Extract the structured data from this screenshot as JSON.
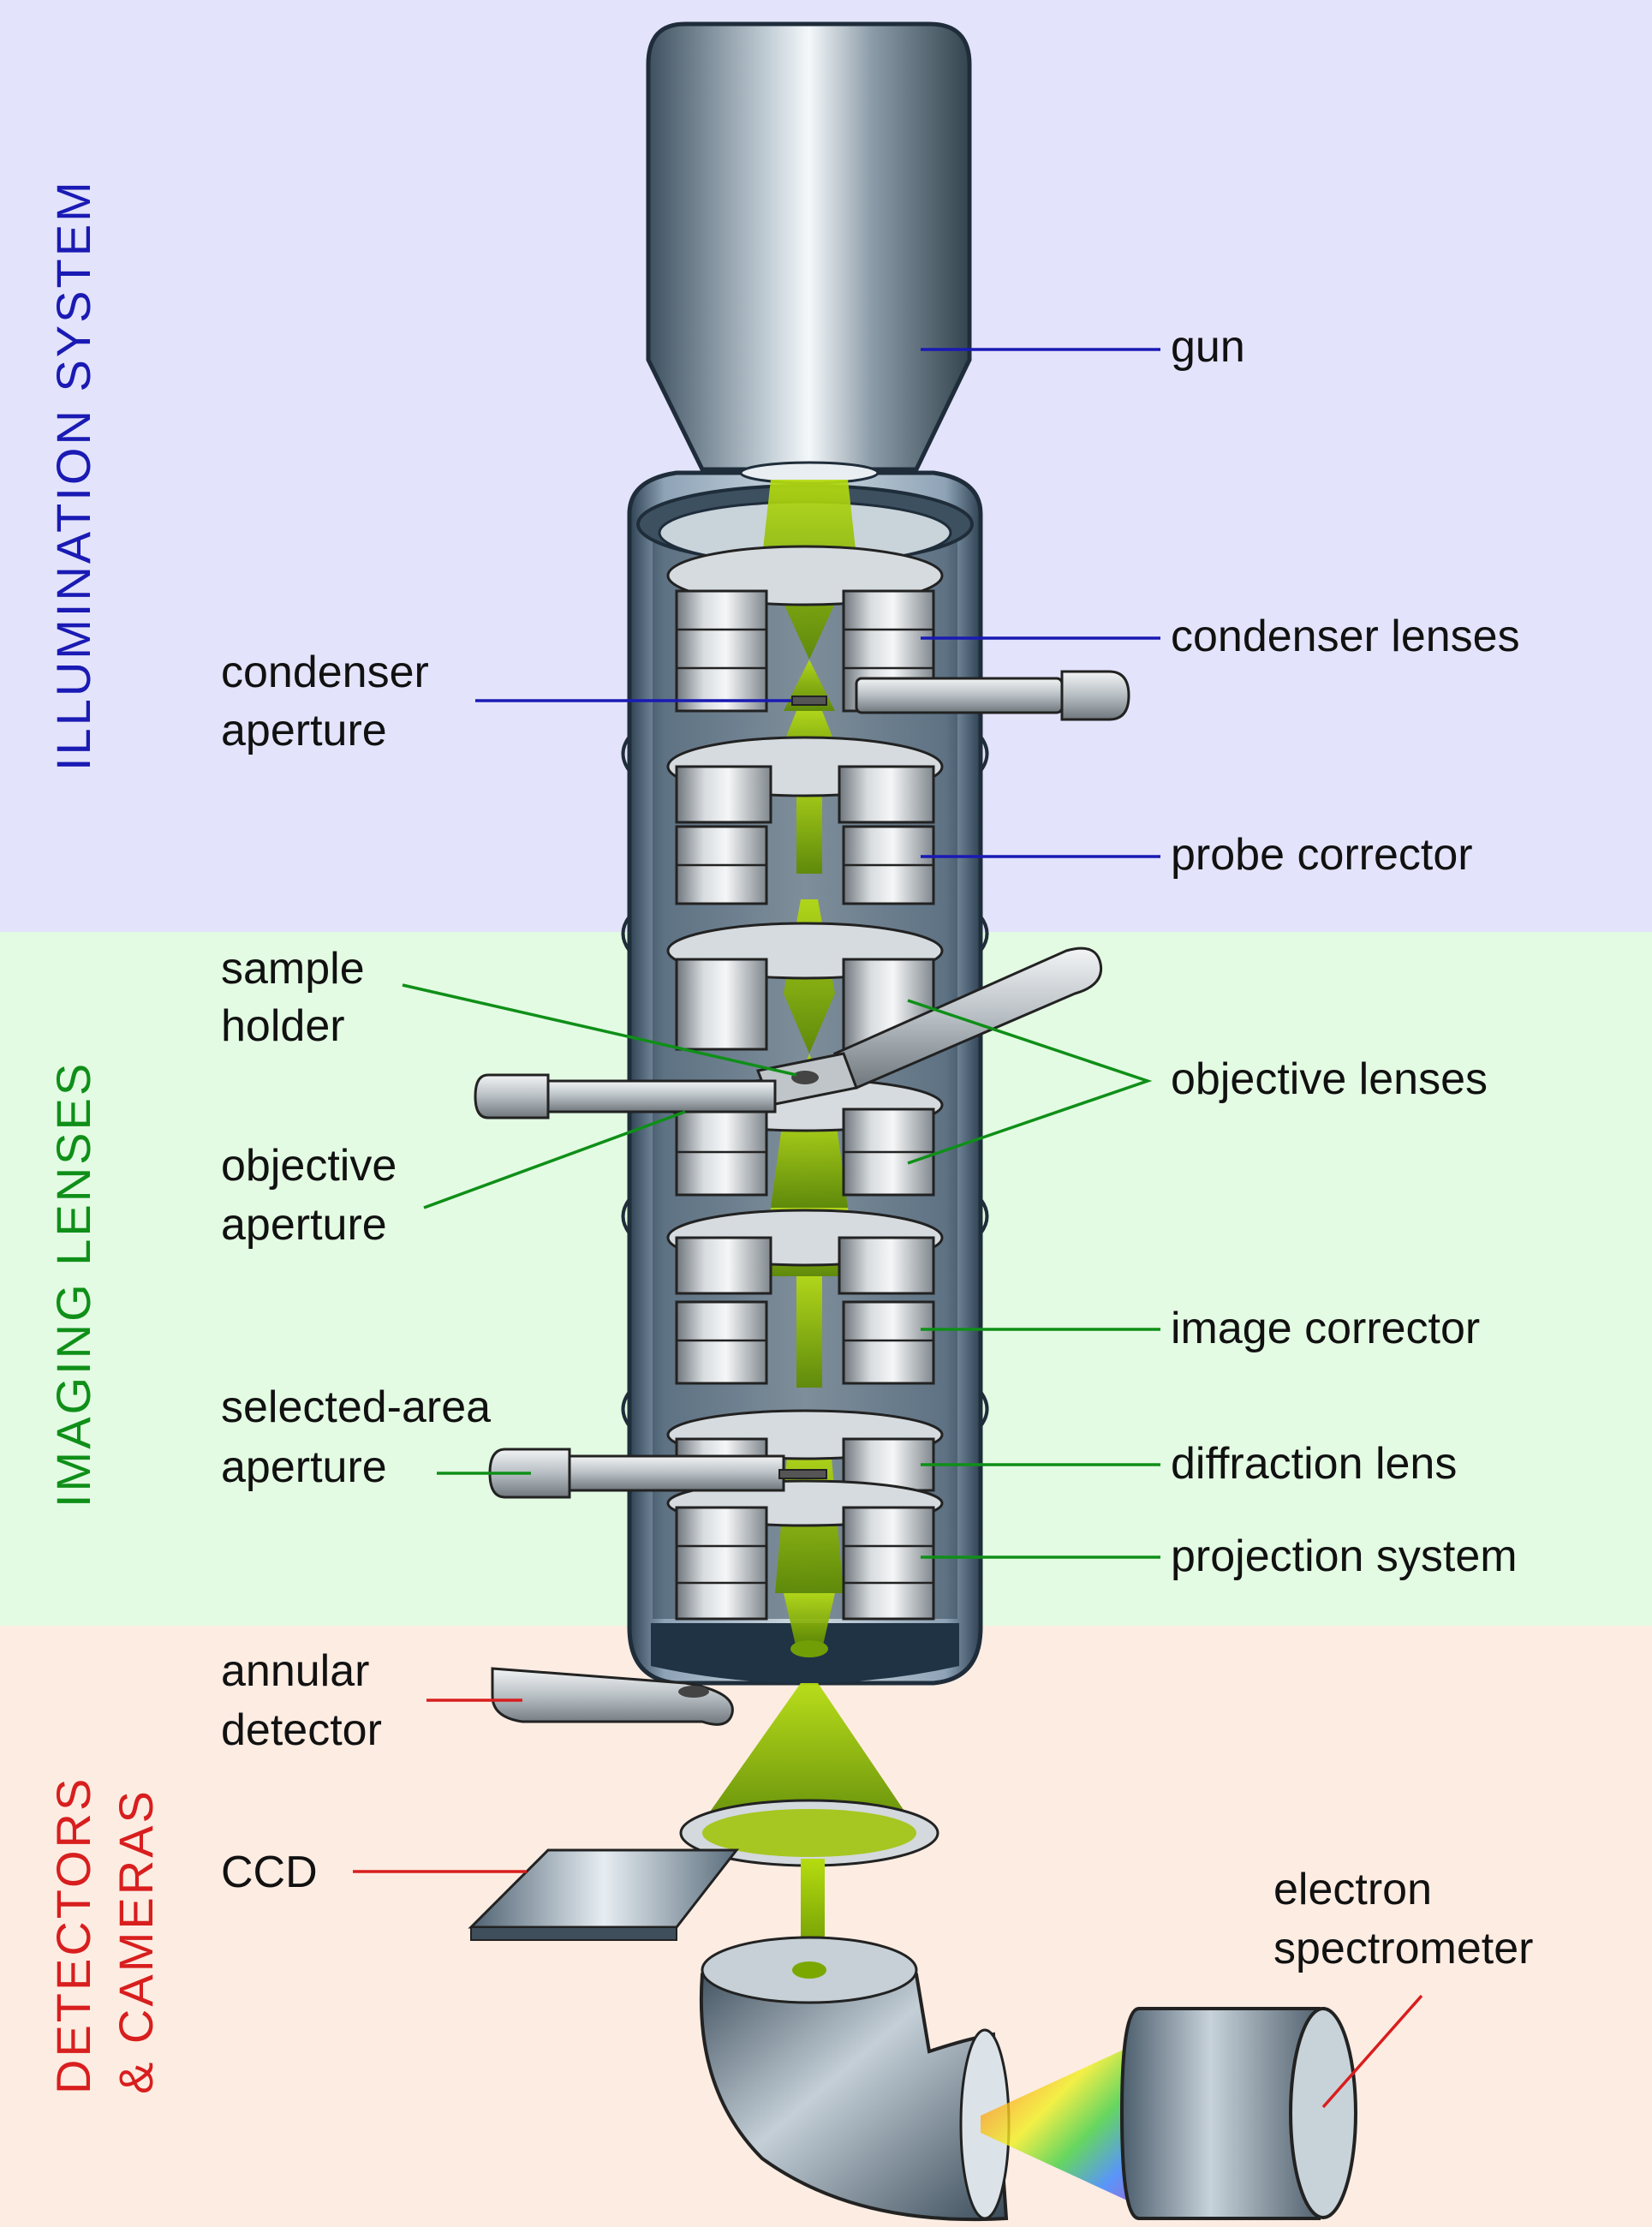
{
  "sections": {
    "illumination": {
      "label": "ILLUMINATION  SYSTEM",
      "color": "#1a1ab4",
      "bg": "#e3e3fb"
    },
    "imaging": {
      "label": "IMAGING  LENSES",
      "color": "#0f8f18",
      "bg": "#e3fbe3"
    },
    "detectors": {
      "label_line1": "DETECTORS",
      "label_line2": "& CAMERAS",
      "color": "#d81e1e",
      "bg": "#fdece2"
    }
  },
  "labels": {
    "gun": "gun",
    "condenser_lenses": "condenser lenses",
    "condenser_aperture_1": "condenser",
    "condenser_aperture_2": "aperture",
    "probe_corrector": "probe corrector",
    "sample_holder_1": "sample",
    "sample_holder_2": "holder",
    "objective_lenses": "objective lenses",
    "objective_aperture_1": "objective",
    "objective_aperture_2": "aperture",
    "image_corrector": "image corrector",
    "selected_area_aperture_1": "selected-area",
    "selected_area_aperture_2": "aperture",
    "diffraction_lens": "diffraction lens",
    "projection_system": "projection system",
    "annular_detector_1": "annular",
    "annular_detector_2": "detector",
    "ccd": "CCD",
    "electron_spectrometer_1": "electron",
    "electron_spectrometer_2": "spectrometer"
  },
  "colors": {
    "beam": "#8fc400",
    "steel": "#9aa8b2",
    "column_shell": "#5d7288"
  }
}
